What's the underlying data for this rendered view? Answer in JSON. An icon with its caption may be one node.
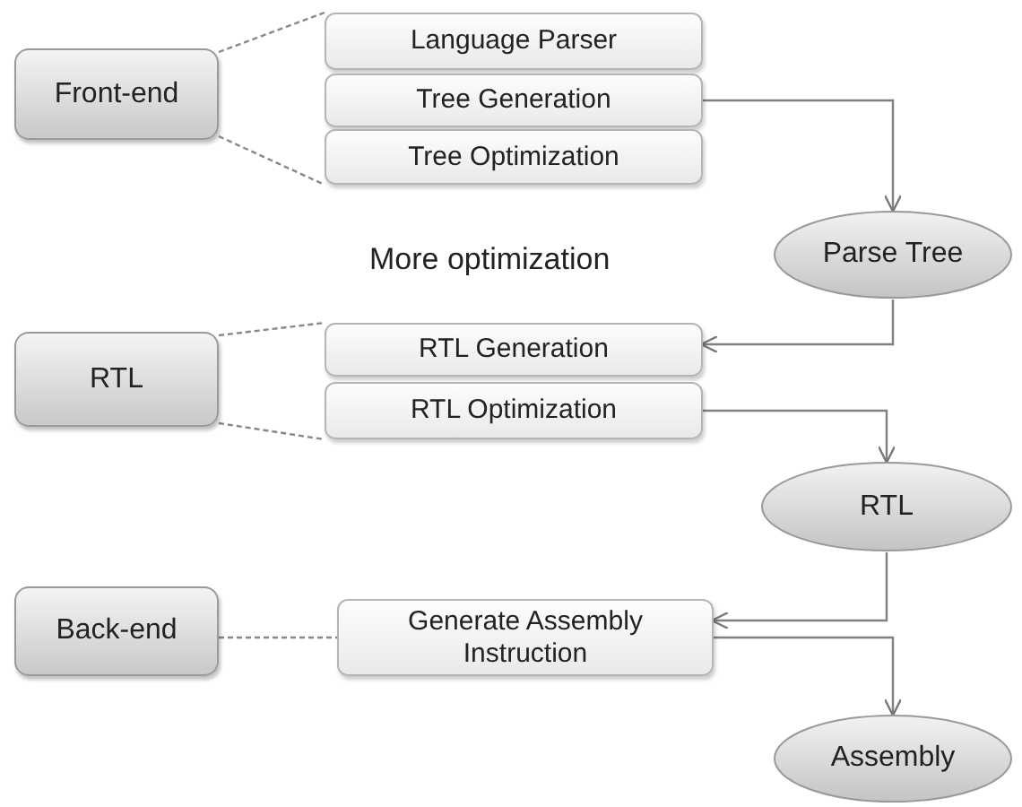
{
  "diagram": {
    "nodes": [
      {
        "text": [
          "Front-end"
        ]
      },
      {
        "text": [
          "Language Parser"
        ]
      },
      {
        "text": [
          "Tree Generation"
        ]
      },
      {
        "text": [
          "Tree Optimization"
        ]
      },
      {
        "text": [
          "Parse Tree"
        ]
      },
      {
        "text": [
          "RTL"
        ]
      },
      {
        "text": [
          "RTL Generation"
        ]
      },
      {
        "text": [
          "RTL Optimization"
        ]
      },
      {
        "text": [
          "RTL"
        ]
      },
      {
        "text": [
          "Back-end"
        ]
      },
      {
        "text": [
          "Generate Assembly Instruction"
        ]
      },
      {
        "text": [
          "Assembly"
        ]
      }
    ],
    "edges": [
      {
        "from": 0,
        "to": 1,
        "arrow": "none",
        "style": "dashed"
      },
      {
        "from": 0,
        "to": 3,
        "arrow": "none",
        "style": "dashed"
      },
      {
        "from": 2,
        "to": 4,
        "arrow": "to"
      },
      {
        "from": 4,
        "to": 6,
        "arrow": "to"
      },
      {
        "from": 5,
        "to": 6,
        "arrow": "none",
        "style": "dashed"
      },
      {
        "from": 5,
        "to": 7,
        "arrow": "none",
        "style": "dashed"
      },
      {
        "from": 7,
        "to": 8,
        "arrow": "to"
      },
      {
        "from": 8,
        "to": 10,
        "arrow": "to"
      },
      {
        "from": 9,
        "to": 10,
        "arrow": "none",
        "style": "dashed"
      },
      {
        "from": 10,
        "to": 11,
        "arrow": "to"
      }
    ],
    "labels": [
      "More optimization"
    ]
  }
}
